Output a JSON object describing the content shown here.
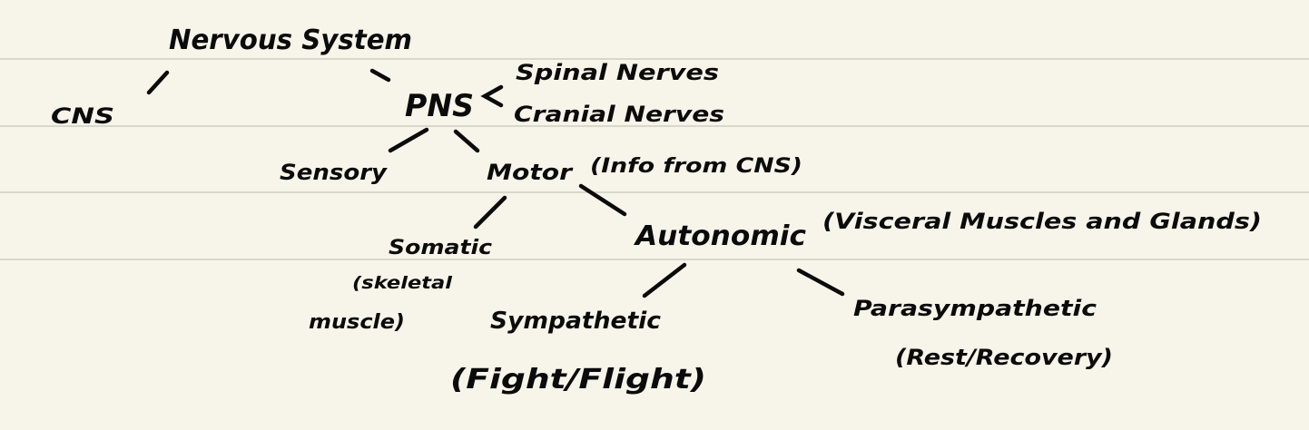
{
  "colors": {
    "paper": "#f7f5ea",
    "ruled_line": "#d9d7cc",
    "ink": "#0b0b0b"
  },
  "diagram": {
    "nodes": [
      {
        "id": "nervous-system",
        "label": "Nervous System"
      },
      {
        "id": "cns",
        "label": "CNS"
      },
      {
        "id": "pns",
        "label": "PNS"
      },
      {
        "id": "spinal-nerves",
        "label": "Spinal Nerves"
      },
      {
        "id": "cranial-nerves",
        "label": "Cranial Nerves"
      },
      {
        "id": "sensory",
        "label": "Sensory"
      },
      {
        "id": "motor",
        "label": "Motor"
      },
      {
        "id": "motor-note",
        "label": "(Info from CNS)"
      },
      {
        "id": "somatic",
        "label": "Somatic"
      },
      {
        "id": "somatic-note-1",
        "label": "(skeletal"
      },
      {
        "id": "somatic-note-2",
        "label": "muscle)"
      },
      {
        "id": "autonomic",
        "label": "Autonomic"
      },
      {
        "id": "autonomic-note",
        "label": "(Visceral Muscles and Glands)"
      },
      {
        "id": "sympathetic",
        "label": "Sympathetic"
      },
      {
        "id": "sympathetic-note",
        "label": "(Fight/Flight)"
      },
      {
        "id": "parasympathetic",
        "label": "Parasympathetic"
      },
      {
        "id": "parasympathetic-note",
        "label": "(Rest/Recovery)"
      }
    ],
    "edges": [
      {
        "from": "nervous-system",
        "to": "cns"
      },
      {
        "from": "nervous-system",
        "to": "pns"
      },
      {
        "from": "pns",
        "to": "spinal-nerves"
      },
      {
        "from": "pns",
        "to": "cranial-nerves"
      },
      {
        "from": "pns",
        "to": "sensory"
      },
      {
        "from": "pns",
        "to": "motor"
      },
      {
        "from": "motor",
        "to": "somatic"
      },
      {
        "from": "motor",
        "to": "autonomic"
      },
      {
        "from": "autonomic",
        "to": "sympathetic"
      },
      {
        "from": "autonomic",
        "to": "parasympathetic"
      }
    ]
  }
}
